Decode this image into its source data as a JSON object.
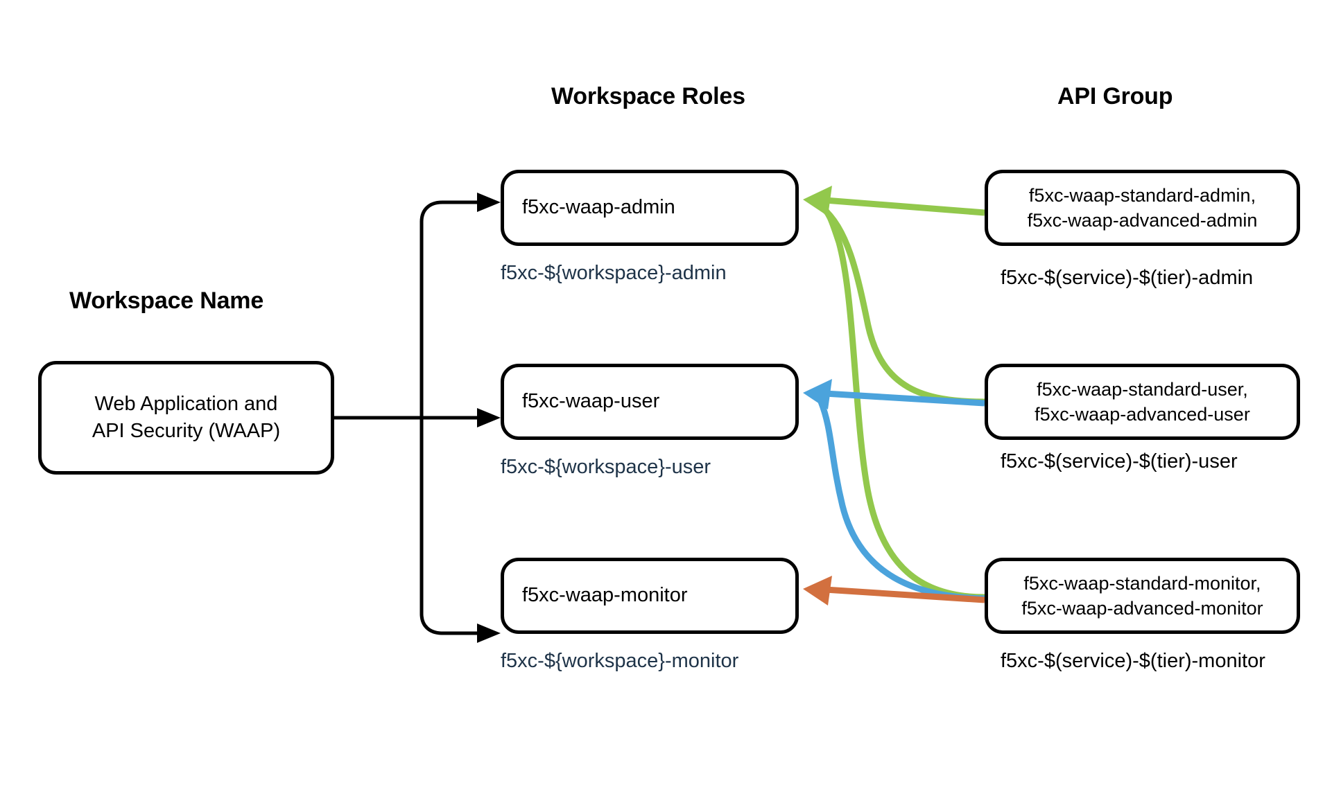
{
  "diagram": {
    "title_columns": {
      "workspace_name": "Workspace Name",
      "workspace_roles": "Workspace Roles",
      "api_group": "API Group"
    },
    "workspace": {
      "name": "Web Application and\nAPI Security (WAAP)"
    },
    "workspace_roles": [
      {
        "id": "admin",
        "box_label": "f5xc-waap-admin",
        "pattern_label": "f5xc-${workspace}-admin"
      },
      {
        "id": "user",
        "box_label": "f5xc-waap-user",
        "pattern_label": "f5xc-${workspace}-user"
      },
      {
        "id": "monitor",
        "box_label": "f5xc-waap-monitor",
        "pattern_label": "f5xc-${workspace}-monitor"
      }
    ],
    "api_groups": [
      {
        "id": "admin",
        "box_label": "f5xc-waap-standard-admin,\nf5xc-waap-advanced-admin",
        "pattern_label": "f5xc-$(service)-$(tier)-admin"
      },
      {
        "id": "user",
        "box_label": "f5xc-waap-standard-user,\nf5xc-waap-advanced-user",
        "pattern_label": "f5xc-$(service)-$(tier)-user"
      },
      {
        "id": "monitor",
        "box_label": "f5xc-waap-standard-monitor,\nf5xc-waap-advanced-monitor",
        "pattern_label": "f5xc-$(service)-$(tier)-monitor"
      }
    ],
    "colors": {
      "green": "#92C84C",
      "blue": "#4BA3DC",
      "orange": "#D2703F",
      "black": "#000000",
      "caption_blue": "#1E3348",
      "background": "#FFFFFF"
    },
    "connections": [
      {
        "from": "api-group-admin",
        "to": "role-admin",
        "color": "#92C84C",
        "style": "straight"
      },
      {
        "from": "api-group-user",
        "to": "role-admin",
        "color": "#92C84C",
        "style": "curve"
      },
      {
        "from": "api-group-monitor",
        "to": "role-admin",
        "color": "#92C84C",
        "style": "curve"
      },
      {
        "from": "api-group-user",
        "to": "role-user",
        "color": "#4BA3DC",
        "style": "straight"
      },
      {
        "from": "api-group-monitor",
        "to": "role-user",
        "color": "#4BA3DC",
        "style": "curve"
      },
      {
        "from": "api-group-monitor",
        "to": "role-monitor",
        "color": "#D2703F",
        "style": "straight"
      },
      {
        "from": "workspace",
        "to": "role-admin",
        "color": "#000000",
        "style": "elbow"
      },
      {
        "from": "workspace",
        "to": "role-user",
        "color": "#000000",
        "style": "straight"
      },
      {
        "from": "workspace",
        "to": "role-monitor",
        "color": "#000000",
        "style": "elbow"
      }
    ]
  }
}
